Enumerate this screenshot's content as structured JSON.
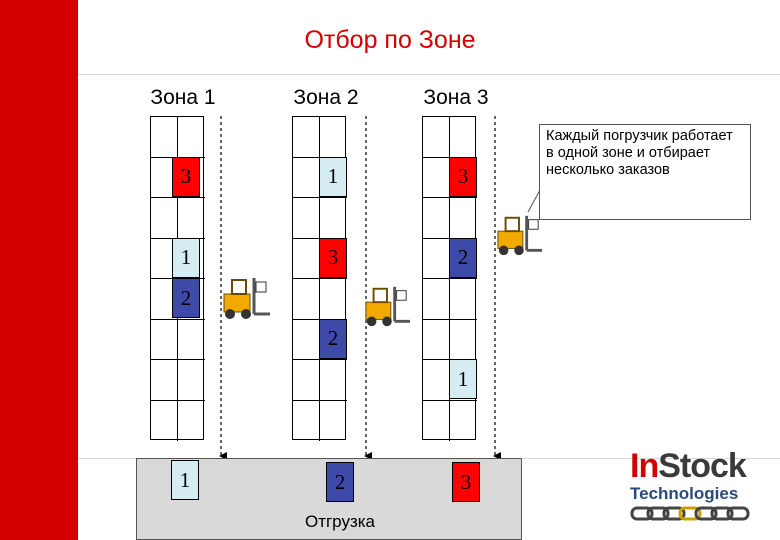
{
  "title": "Отбор по Зоне",
  "zones": [
    {
      "label": "Зона 1"
    },
    {
      "label": "Зона 2"
    },
    {
      "label": "Зона 3"
    }
  ],
  "rack_boxes": [
    {
      "zone": 1,
      "row": 2,
      "text": "3",
      "color": "red"
    },
    {
      "zone": 1,
      "row": 4,
      "text": "1",
      "color": "lightblue"
    },
    {
      "zone": 1,
      "row": 5,
      "text": "2",
      "color": "blue"
    },
    {
      "zone": 2,
      "row": 2,
      "text": "1",
      "color": "lightblue"
    },
    {
      "zone": 2,
      "row": 4,
      "text": "3",
      "color": "red"
    },
    {
      "zone": 2,
      "row": 6,
      "text": "2",
      "color": "blue"
    },
    {
      "zone": 3,
      "row": 2,
      "text": "3",
      "color": "red"
    },
    {
      "zone": 3,
      "row": 4,
      "text": "2",
      "color": "blue"
    },
    {
      "zone": 3,
      "row": 7,
      "text": "1",
      "color": "lightblue"
    }
  ],
  "shipping": {
    "label": "Отгрузка",
    "boxes": [
      {
        "text": "1",
        "color": "lightblue"
      },
      {
        "text": "2",
        "color": "blue"
      },
      {
        "text": "3",
        "color": "red"
      }
    ]
  },
  "callout": "Каждый погрузчик работает в одной зоне и отбирает несколько заказов",
  "logo": {
    "part1": "In",
    "part2": "Stock",
    "line2": "Technologies"
  },
  "colors": {
    "accent": "#d40000",
    "red_box": "#ff0000",
    "blue_box": "#3d4aa8",
    "lightblue_box": "#d6ecf3",
    "shipping_area": "#d9d9d9"
  }
}
